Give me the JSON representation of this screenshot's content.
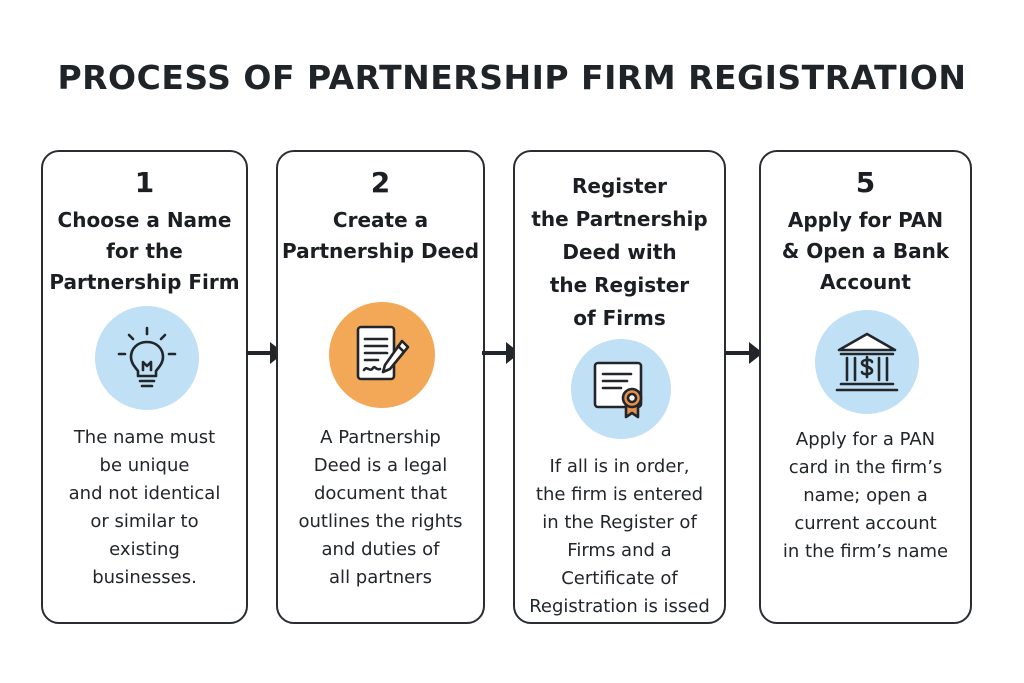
{
  "title": "PROCESS OF PARTNERSHIP FIRM REGISTRATION",
  "colors": {
    "light_blue": "#bfe0f5",
    "orange": "#f2a856",
    "ink": "#22262b",
    "badge": "#e6904a"
  },
  "steps": [
    {
      "number": "1",
      "title": "Choose a Name\nfor the\nPartnership Firm",
      "icon": "lightbulb-icon",
      "description": "The name must\nbe unique\nand not identical\nor similar to\nexisting\nbusinesses."
    },
    {
      "number": "2",
      "title": "Create a\nPartnership Deed",
      "icon": "document-pen-icon",
      "description": "A Partnership\nDeed is a legal\ndocument that\noutlines the rights\nand duties of\nall partners"
    },
    {
      "number": "",
      "title": "Register\nthe Partnership\nDeed with\nthe Register\nof Firms",
      "icon": "certificate-icon",
      "description": "If all is in order,\nthe firm is entered\nin the Register of\nFirms and a\nCertificate of\nRegistration is issed"
    },
    {
      "number": "5",
      "title": "Apply for PAN\n& Open a Bank\nAccount",
      "icon": "bank-icon",
      "description": "Apply for a PAN\ncard in the firm’s\nname; open a\ncurrent account\nin the firm’s name"
    }
  ]
}
